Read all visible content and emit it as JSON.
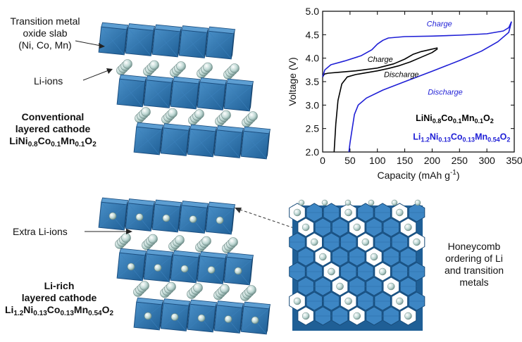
{
  "top_left": {
    "slab_label": [
      "Transition metal",
      "oxide slab",
      "(Ni, Co, Mn)"
    ],
    "li_ions_label": "Li-ions",
    "caption_line1": "Conventional",
    "caption_line2": "layered cathode",
    "formula": [
      [
        "LiNi",
        ""
      ],
      [
        "0.8",
        "sub"
      ],
      [
        "Co",
        ""
      ],
      [
        "0.1",
        "sub"
      ],
      [
        "Mn",
        ""
      ],
      [
        "0.1",
        "sub"
      ],
      [
        "O",
        ""
      ],
      [
        "2",
        "sub"
      ]
    ]
  },
  "bottom_left": {
    "extra_label": "Extra Li-ions",
    "caption_line1": "Li-rich",
    "caption_line2": "layered cathode",
    "formula": [
      [
        "Li",
        ""
      ],
      [
        "1.2",
        "sub"
      ],
      [
        "Ni",
        ""
      ],
      [
        "0.13",
        "sub"
      ],
      [
        "Co",
        ""
      ],
      [
        "0.13",
        "sub"
      ],
      [
        "Mn",
        ""
      ],
      [
        "0.54",
        "sub"
      ],
      [
        "O",
        ""
      ],
      [
        "2",
        "sub"
      ]
    ]
  },
  "honeycomb": {
    "caption": [
      "Honeycomb",
      "ordering of Li",
      "and transition",
      "metals"
    ]
  },
  "colors": {
    "octahedron": "#2e75b6",
    "octahedron_dark": "#1c4f80",
    "li_ion": "#c8dedb",
    "conventional_curve": "#000000",
    "li_rich_curve": "#1f1fd6"
  },
  "chart_data": {
    "type": "line",
    "xlabel": "Capacity (mAh g",
    "xlabel_sup": "-1",
    "xlabel_end": ")",
    "ylabel": "Voltage (V)",
    "xlim": [
      0,
      350
    ],
    "ylim": [
      2.0,
      5.0
    ],
    "x_ticks": [
      0,
      50,
      100,
      150,
      200,
      250,
      300,
      350
    ],
    "y_ticks": [
      "2.0",
      "2.5",
      "3.0",
      "3.5",
      "4.0",
      "4.5",
      "5.0"
    ],
    "annotations": {
      "charge_black": "Charge",
      "discharge_black": "Discharge",
      "charge_blue": "Charge",
      "discharge_blue": "Discharge"
    },
    "legend": {
      "conventional": [
        [
          "LiNi",
          ""
        ],
        [
          "0.8",
          "sub"
        ],
        [
          "Co",
          ""
        ],
        [
          "0.1",
          "sub"
        ],
        [
          "Mn",
          ""
        ],
        [
          "0.1",
          "sub"
        ],
        [
          "O",
          ""
        ],
        [
          "2",
          "sub"
        ]
      ],
      "li_rich": [
        [
          "Li",
          ""
        ],
        [
          "1.2",
          "sub"
        ],
        [
          "Ni",
          ""
        ],
        [
          "0.13",
          "sub"
        ],
        [
          "Co",
          ""
        ],
        [
          "0.13",
          "sub"
        ],
        [
          "Mn",
          ""
        ],
        [
          "0.54",
          "sub"
        ],
        [
          "O",
          ""
        ],
        [
          "2",
          "sub"
        ]
      ]
    },
    "series": [
      {
        "key": "conv_charge",
        "color": "#000000",
        "x": [
          0,
          3,
          10,
          30,
          60,
          100,
          130,
          150,
          165,
          180,
          195,
          210
        ],
        "y": [
          3.6,
          3.66,
          3.68,
          3.7,
          3.73,
          3.79,
          3.88,
          3.98,
          4.08,
          4.14,
          4.18,
          4.22
        ]
      },
      {
        "key": "conv_discharge",
        "color": "#000000",
        "x": [
          210,
          200,
          180,
          160,
          140,
          120,
          100,
          80,
          60,
          45,
          35,
          28,
          24,
          22,
          21
        ],
        "y": [
          4.2,
          4.12,
          4.02,
          3.92,
          3.84,
          3.78,
          3.73,
          3.69,
          3.65,
          3.6,
          3.45,
          3.1,
          2.6,
          2.2,
          2.0
        ]
      },
      {
        "key": "rich_charge",
        "color": "#1f1fd6",
        "x": [
          0,
          4,
          15,
          40,
          70,
          90,
          100,
          110,
          120,
          150,
          200,
          250,
          300,
          330,
          340,
          345
        ],
        "y": [
          3.6,
          3.75,
          3.86,
          3.94,
          4.05,
          4.18,
          4.3,
          4.38,
          4.43,
          4.46,
          4.47,
          4.49,
          4.52,
          4.58,
          4.65,
          4.78
        ]
      },
      {
        "key": "rich_discharge",
        "color": "#1f1fd6",
        "x": [
          345,
          340,
          320,
          290,
          250,
          200,
          150,
          110,
          80,
          65,
          58,
          54,
          50,
          48
        ],
        "y": [
          4.78,
          4.55,
          4.35,
          4.15,
          3.95,
          3.72,
          3.5,
          3.32,
          3.15,
          3.0,
          2.8,
          2.5,
          2.2,
          2.0
        ]
      }
    ]
  }
}
